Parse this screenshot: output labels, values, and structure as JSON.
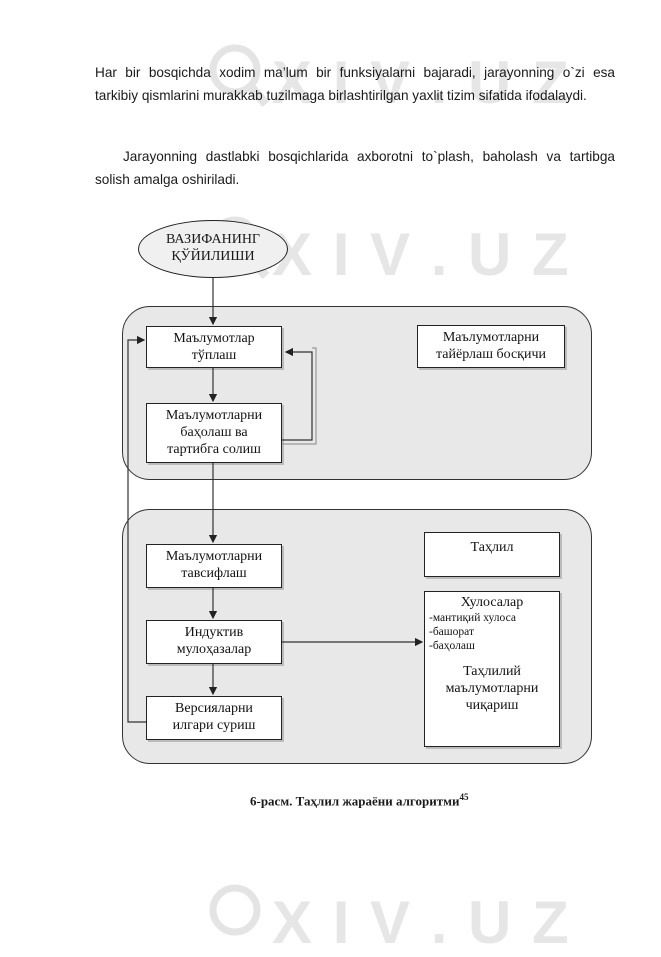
{
  "paragraphs": {
    "p1": "Har bir bosqichda xodim ma’lum bir funksiyalarni bajaradi, jarayonning o`zi esa tarkibiy qismlarini murakkab tuzilmaga birlashtirilgan yaxlit tizim sifatida ifodalaydi.",
    "p2": "Jarayonning dastlabki bosqichlarida axborotni to`plash, baholash va tartibga solish amalga oshiriladi."
  },
  "watermark": {
    "text": "X I V . U Z"
  },
  "diagram": {
    "start": {
      "line1": "ВАЗИФАНИНГ",
      "line2": "ҚЎЙИЛИШИ"
    },
    "stage1": {
      "collect": {
        "line1": "Маълумотлар",
        "line2": "тўплаш"
      },
      "evaluate": {
        "line1": "Маълумотларни",
        "line2": "баҳолаш ва",
        "line3": "тартибга солиш"
      },
      "label": {
        "line1": "Маълумотларни",
        "line2": "тайёрлаш босқичи"
      }
    },
    "stage2": {
      "classify": {
        "line1": "Маълумотларни",
        "line2": "тавсифлаш"
      },
      "inductive": {
        "line1": "Индуктив",
        "line2": "мулоҳазалар"
      },
      "versions": {
        "line1": "Версияларни",
        "line2": "илгари суриш"
      },
      "analysis": "Таҳлил",
      "conclusions": {
        "title": "Хулосалар",
        "items": [
          "-мантиқий хулоса",
          "-башорат",
          "-баҳолаш"
        ],
        "sub1": "Таҳлилий",
        "sub2": "маълумотларни",
        "sub3": "чиқариш"
      }
    },
    "caption": "6-расм. Таҳлил жараёни алгоритми",
    "footnote": "45"
  }
}
